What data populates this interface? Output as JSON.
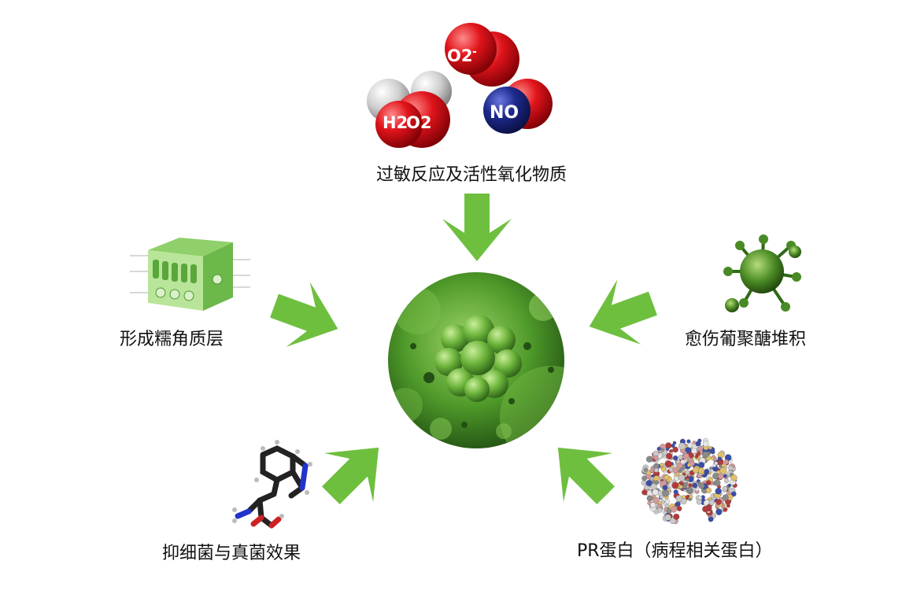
{
  "center": {
    "icon": "green-microbe-cluster-icon"
  },
  "nodes": [
    {
      "id": "ros",
      "label": "过敏反应及活性氧化物质",
      "icon": "molecule-spheres-icon",
      "molecules": {
        "superoxide": "O2",
        "superoxide_charge": "-",
        "peroxide_h": "H2",
        "peroxide_o": "O2",
        "nitric_oxide": "NO"
      }
    },
    {
      "id": "cuticle",
      "label": "形成糯角质层",
      "icon": "leaf-cross-section-icon"
    },
    {
      "id": "callose",
      "label": "愈伤葡聚醣堆积",
      "icon": "green-virus-icon"
    },
    {
      "id": "antimicrobial",
      "label": "抑细菌与真菌效果",
      "icon": "tryptophan-molecule-icon"
    },
    {
      "id": "pr-protein",
      "label": "PR蛋白（病程相关蛋白）",
      "icon": "protein-structure-icon"
    }
  ],
  "colors": {
    "arrow": "#6fbf3f",
    "microbe": "#5aa82e",
    "oxygen": "#e0141b",
    "hydrogen": "#d8d8d8",
    "nitrogen": "#1c2a8c"
  }
}
